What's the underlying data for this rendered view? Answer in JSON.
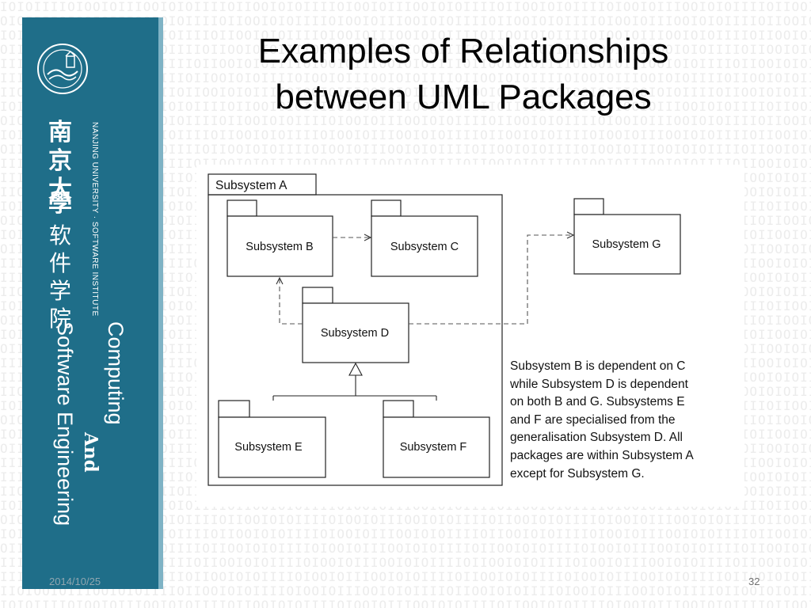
{
  "slide": {
    "title_line1": "Examples of Relationships",
    "title_line2": "between UML Packages",
    "date": "2014/10/25",
    "page_number": "32"
  },
  "sidebar": {
    "university_cn": [
      "南",
      "京",
      "大",
      "學"
    ],
    "institute_cn": [
      "软",
      "件",
      "学",
      "院"
    ],
    "university_en": "NANJING UNIVERSITY · SOFTWARE INSTITUTE",
    "program_line1": "Computing",
    "program_line2": "And",
    "program_line3": "Software Engineering",
    "accent_color": "#1f6e89"
  },
  "diagram": {
    "outer_package": "Subsystem A",
    "packages": {
      "b": "Subsystem B",
      "c": "Subsystem C",
      "d": "Subsystem D",
      "e": "Subsystem E",
      "f": "Subsystem F",
      "g": "Subsystem G"
    },
    "relationships": [
      {
        "from": "Subsystem B",
        "to": "Subsystem C",
        "kind": "dependency"
      },
      {
        "from": "Subsystem D",
        "to": "Subsystem B",
        "kind": "dependency"
      },
      {
        "from": "Subsystem D",
        "to": "Subsystem G",
        "kind": "dependency"
      },
      {
        "from": "Subsystem E",
        "to": "Subsystem D",
        "kind": "generalization"
      },
      {
        "from": "Subsystem F",
        "to": "Subsystem D",
        "kind": "generalization"
      }
    ],
    "caption_lines": [
      "Subsystem B is dependent on C",
      "while Subsystem D is dependent",
      "on both B and G. Subsystems E",
      "and F are specialised from the",
      "generalisation Subsystem D. All",
      "packages are within Subsystem A",
      "except for Subsystem G."
    ]
  }
}
